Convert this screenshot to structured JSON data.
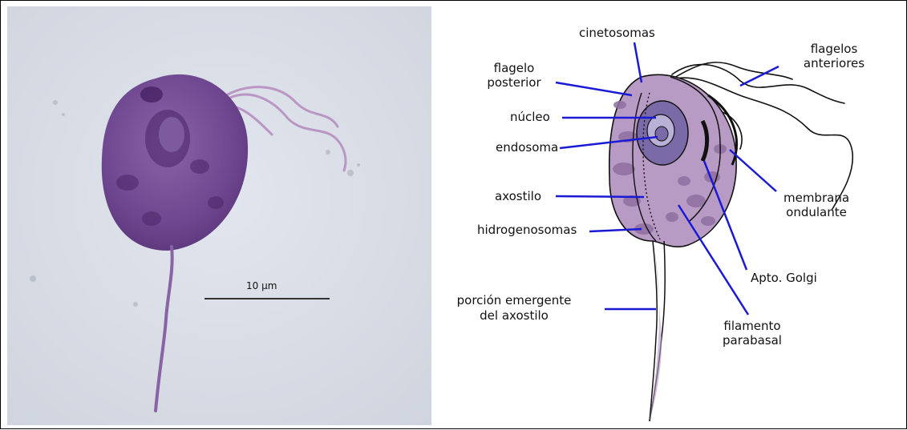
{
  "photo": {
    "scale_bar_label": "10 µm"
  },
  "labels": {
    "cinetosomas": "cinetosomas",
    "flagelos_anteriores_1": "flagelos",
    "flagelos_anteriores_2": "anteriores",
    "flagelo_posterior_1": "flagelo",
    "flagelo_posterior_2": "posterior",
    "nucleo": "núcleo",
    "endosoma": "endosoma",
    "axostilo": "axostilo",
    "membrana_ondulante_1": "membrana",
    "membrana_ondulante_2": "ondulante",
    "hidrogenosomas": "hidrogenosomas",
    "apto_golgi": "Apto. Golgi",
    "porcion_emergente_1": "porción emergente",
    "porcion_emergente_2": "del axostilo",
    "filamento_parabasal_1": "filamento",
    "filamento_parabasal_2": "parabasal"
  },
  "colors": {
    "leader_line": "#1a1ad6",
    "cell_body": "#b89bc4",
    "hydrogenosome_blobs": "#8e6fa0",
    "nucleus": "#7a6aa8",
    "endosome": "#b9b2d6",
    "photo_background": "#d9dde6",
    "stained_cell": "#6a3f86"
  }
}
